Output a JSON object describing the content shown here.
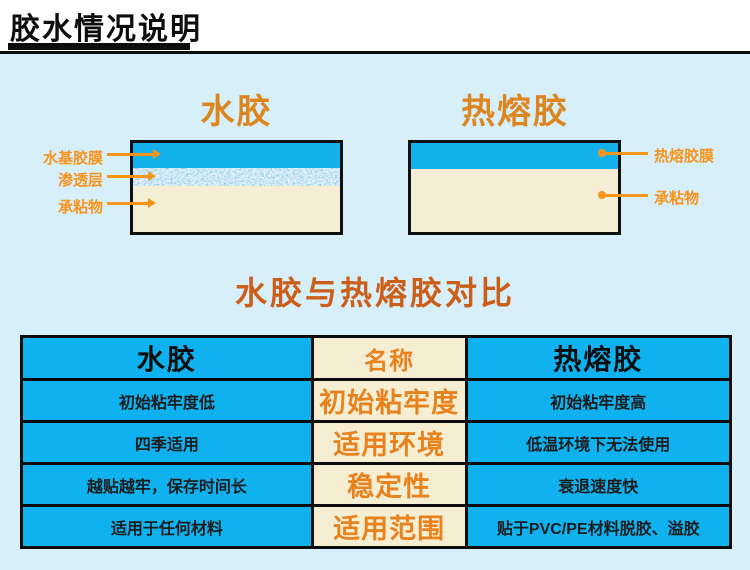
{
  "page": {
    "title": "胶水情况说明",
    "colors": {
      "background_light_blue": "#d7eff8",
      "glue_blue": "#12b1ec",
      "table_blue": "#0fb2ee",
      "cream": "#f5eed3",
      "label_orange": "#f7941d",
      "cell_orange": "#e8821e",
      "heading_orange": "#cb5e18",
      "diagram_title_orange": "#dd861f"
    }
  },
  "diagrams": {
    "water_glue": {
      "title": "水胶",
      "labels": {
        "film": "水基胶膜",
        "permeation": "渗透层",
        "adherend": "承粘物"
      }
    },
    "hot_melt": {
      "title": "热熔胶",
      "labels": {
        "film": "热熔胶膜",
        "adherend": "承粘物"
      }
    }
  },
  "comparison": {
    "heading": "水胶与热熔胶对比",
    "header": {
      "left": "水胶",
      "middle": "名称",
      "right": "热熔胶"
    },
    "rows": [
      {
        "left": "初始粘牢度低",
        "middle": "初始粘牢度",
        "right": "初始粘牢度高"
      },
      {
        "left": "四季适用",
        "middle": "适用环境",
        "right": "低温环境下无法使用"
      },
      {
        "left": "越贴越牢，保存时间长",
        "middle": "稳定性",
        "right": "衰退速度快"
      },
      {
        "left": "适用于任何材料",
        "middle": "适用范围",
        "right": "贴于PVC/PE材料脱胶、溢胶"
      }
    ]
  }
}
